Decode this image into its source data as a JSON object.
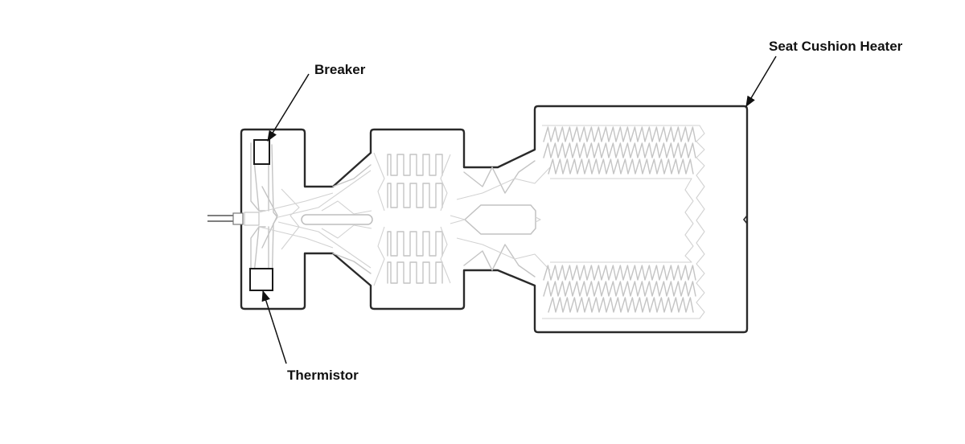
{
  "labels": {
    "seat_cushion_heater": "Seat Cushion Heater",
    "breaker": "Breaker",
    "thermistor": "Thermistor"
  }
}
